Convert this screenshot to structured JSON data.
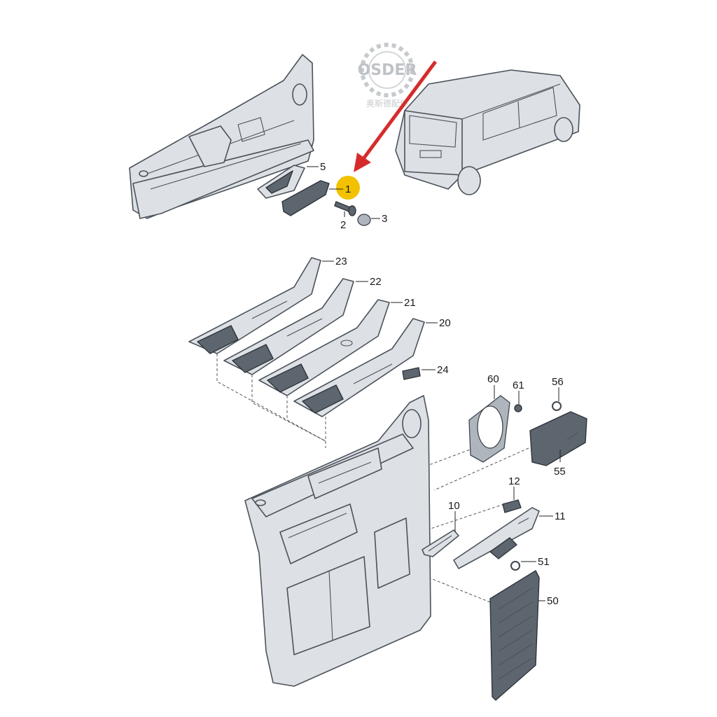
{
  "watermark": {
    "brand": "OSDER",
    "subtitle": "奥斯德配件"
  },
  "highlight_part": "1",
  "accent_colors": {
    "arrow": "#d62b2b",
    "highlight": "#f2c200"
  },
  "parts": {
    "p1": "1",
    "p2": "2",
    "p3": "3",
    "p5": "5",
    "p10": "10",
    "p11": "11",
    "p12": "12",
    "p20": "20",
    "p21": "21",
    "p22": "22",
    "p23": "23",
    "p24": "24",
    "p50": "50",
    "p51": "51",
    "p55": "55",
    "p56": "56",
    "p60": "60",
    "p61": "61"
  }
}
